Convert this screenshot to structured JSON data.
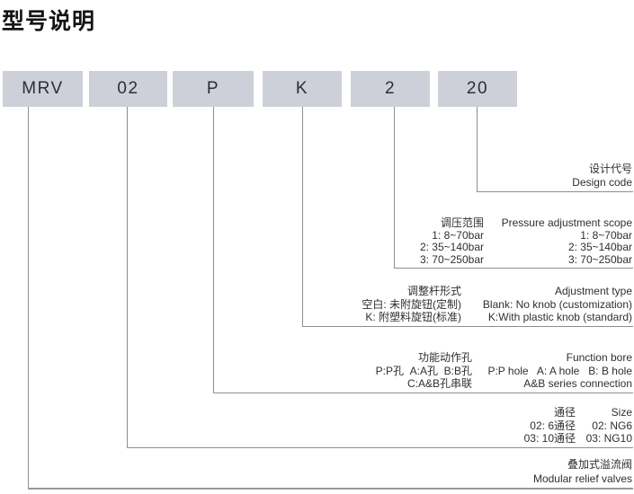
{
  "title": "型号说明",
  "boxes": [
    "MRV",
    "02",
    "P",
    "K",
    "2",
    "20"
  ],
  "design_code": {
    "zh": "设计代号",
    "en": "Design code"
  },
  "pressure": {
    "header_zh": "调压范围",
    "header_en": "Pressure adjustment scope",
    "rows": [
      {
        "zh": "1: 8~70bar",
        "en": "1: 8~70bar"
      },
      {
        "zh": "2: 35~140bar",
        "en": "2: 35~140bar"
      },
      {
        "zh": "3: 70~250bar",
        "en": "3: 70~250bar"
      }
    ]
  },
  "adjustment": {
    "header_zh": "调整杆形式",
    "header_en": "Adjustment type",
    "rows": [
      {
        "zh": "空白: 未附旋钮(定制)",
        "en": "Blank: No knob (customization)"
      },
      {
        "zh": "K: 附塑料旋钮(标准)",
        "en": "K:With plastic knob (standard)"
      }
    ]
  },
  "function_bore": {
    "header_zh": "功能动作孔",
    "header_en": "Function bore",
    "rows": [
      {
        "zh": "P:P孔  A:A孔  B:B孔",
        "en": "P:P hole   A: A hole   B: B hole"
      },
      {
        "zh": "C:A&B孔串联",
        "en": "A&B series connection"
      }
    ]
  },
  "size": {
    "header_zh": "通径",
    "header_en": "Size",
    "rows": [
      {
        "zh": "02: 6通径",
        "en": "02: NG6"
      },
      {
        "zh": "03: 10通径",
        "en": "03: NG10"
      }
    ]
  },
  "product": {
    "zh": "叠加式溢流阀",
    "en": "Modular relief valves"
  },
  "colors": {
    "box_fill": "#ced0d9",
    "connector_line": "#8e8e93",
    "text": "#2f2f33"
  }
}
